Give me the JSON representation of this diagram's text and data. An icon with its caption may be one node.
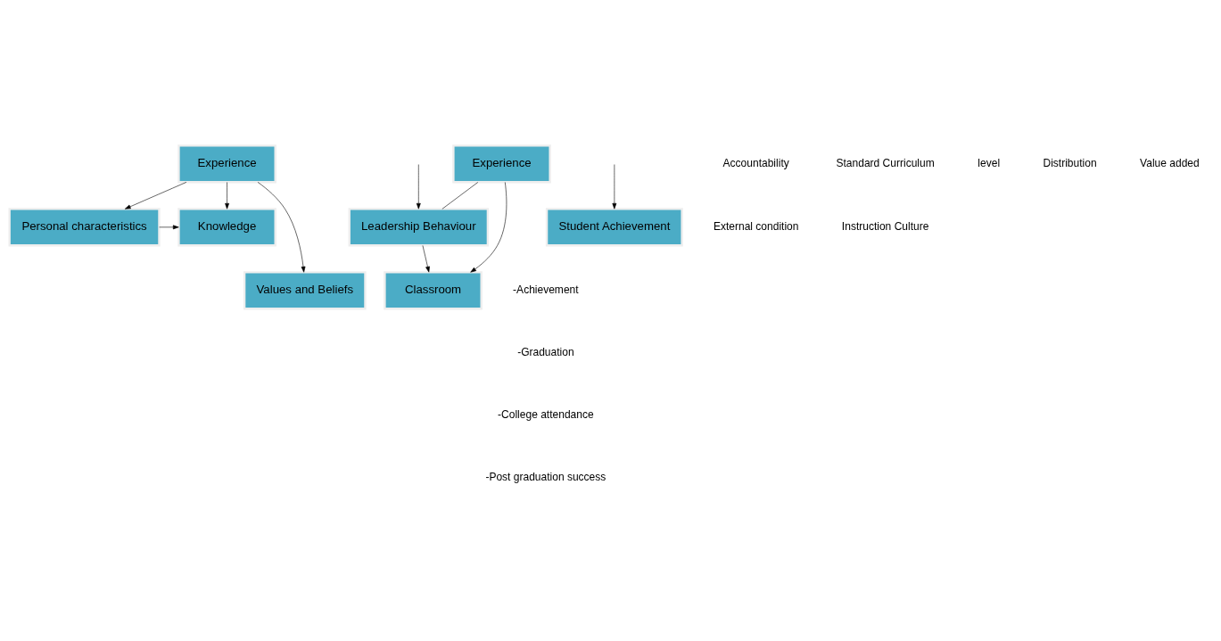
{
  "diagram": {
    "nodes": [
      {
        "text": [
          "Experience"
        ]
      },
      {
        "text": [
          "Knowledge"
        ]
      },
      {
        "text": [
          "Personal characteristics"
        ]
      },
      {
        "text": [
          "Values and Beliefs"
        ]
      },
      {
        "text": [
          "Leadership Behaviour"
        ]
      },
      {
        "text": [
          "Experience"
        ]
      },
      {
        "text": [
          "Classroom"
        ]
      },
      {
        "text": [
          "Student Achievement"
        ]
      }
    ],
    "edges": [
      {
        "from": 0,
        "to": 1,
        "arrow": "to"
      },
      {
        "from": 0,
        "to": 3,
        "arrow": "to"
      },
      {
        "from": 0,
        "to": 2,
        "arrow": "to"
      },
      {
        "from": 2,
        "to": 1,
        "arrow": "to"
      },
      {
        "from": null,
        "to": 4,
        "arrow": "to"
      },
      {
        "from": 5,
        "to": 4,
        "arrow": "none"
      },
      {
        "from": 4,
        "to": 6,
        "arrow": "to"
      },
      {
        "from": 5,
        "to": 6,
        "arrow": "to"
      },
      {
        "from": null,
        "to": 7,
        "arrow": "to"
      }
    ],
    "labels": [
      "Accountability",
      "External condition",
      "Standard Curriculum",
      "Instruction Culture",
      "level",
      "Distribution",
      "Value added",
      "-Achievement",
      "-Graduation",
      "-College attendance",
      "-Post graduation success"
    ]
  }
}
